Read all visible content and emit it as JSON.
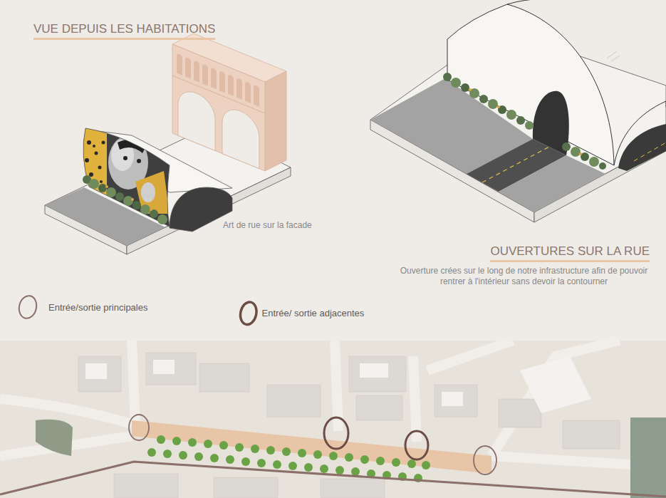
{
  "diagram": {
    "labels": [
      "VUE DEPUIS LES HABITATIONS",
      "Art de rue sur la facade",
      "OUVERTURES SUR LA RUE",
      "Ouverture crées sur le long de notre infrastructure afin de pouvoir rentrer à l'intérieur sans devoir la contourner"
    ],
    "legend": [
      {
        "text": "Entrée/sortie principales"
      },
      {
        "text": "Entrée/ sortie adjacentes"
      }
    ]
  }
}
